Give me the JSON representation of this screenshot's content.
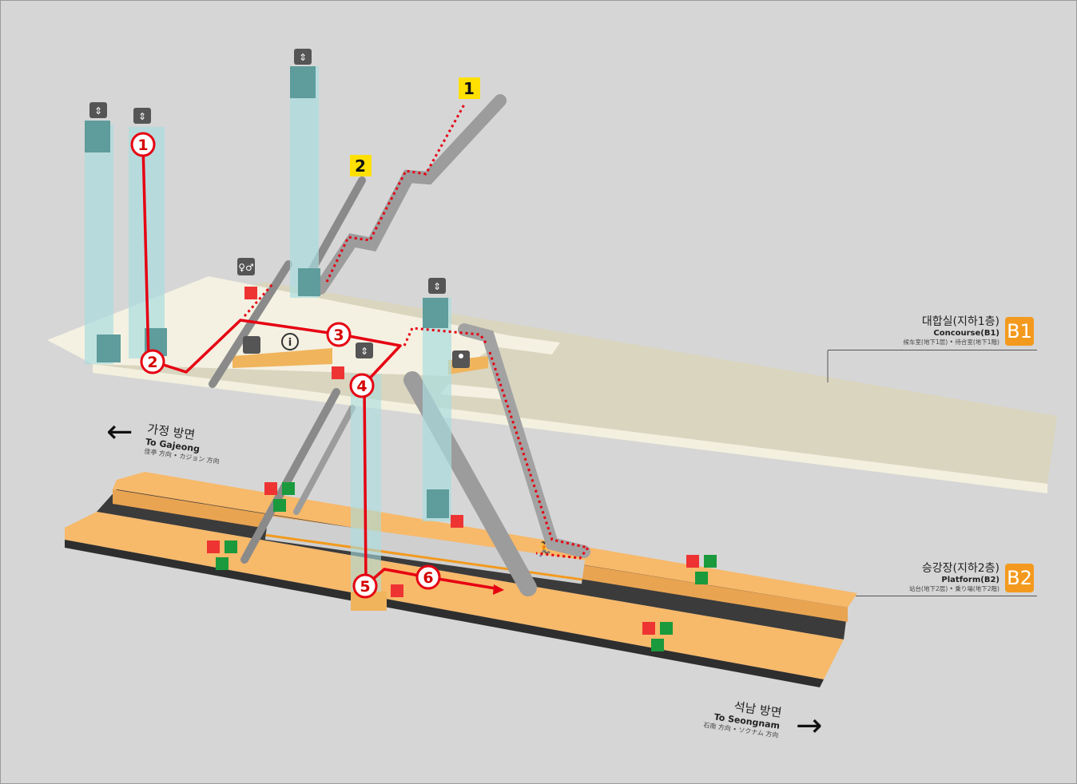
{
  "levels": {
    "b1": {
      "korean": "대합실(지하1층)",
      "english": "Concourse(B1)",
      "cjk": "候车室(地下1层) • 待合室(地下1階)",
      "badge": "B1"
    },
    "b2": {
      "korean": "승강장(지하2층)",
      "english": "Platform(B2)",
      "cjk": "站台(地下2层) • 乗り場(地下2階)",
      "badge": "B2"
    }
  },
  "directions": {
    "left": {
      "korean": "가정 방면",
      "english": "To Gajeong",
      "cjk": "佳亭 方向 • カジョン 方向",
      "arrow": "←"
    },
    "right": {
      "korean": "석남 방면",
      "english": "To Seongnam",
      "cjk": "石南 方向 • ソクナム 方向",
      "arrow": "→"
    }
  },
  "exits": [
    "1",
    "2"
  ],
  "route_steps": [
    "1",
    "2",
    "3",
    "4",
    "5",
    "6"
  ],
  "icons": [
    "elevator-icon",
    "restroom-icon",
    "information-icon",
    "nursing-room-icon",
    "fire-extinguisher-icon",
    "emergency-phone-icon",
    "emergency-exit-icon"
  ],
  "colors": {
    "route": "#e60012",
    "badge": "#f39a1e",
    "exit": "#ffe000",
    "platform": "#f7b96a",
    "concourse": "#d9d5bf"
  }
}
